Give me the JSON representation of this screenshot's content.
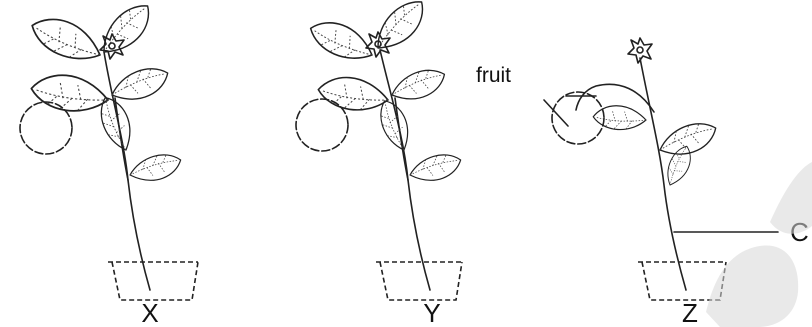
{
  "figure": {
    "plants": [
      {
        "id": "X",
        "caption": "X"
      },
      {
        "id": "Y",
        "caption": "Y"
      },
      {
        "id": "Z",
        "caption": "Z"
      }
    ],
    "labels": {
      "fruit": "fruit",
      "part_c": "C"
    }
  }
}
